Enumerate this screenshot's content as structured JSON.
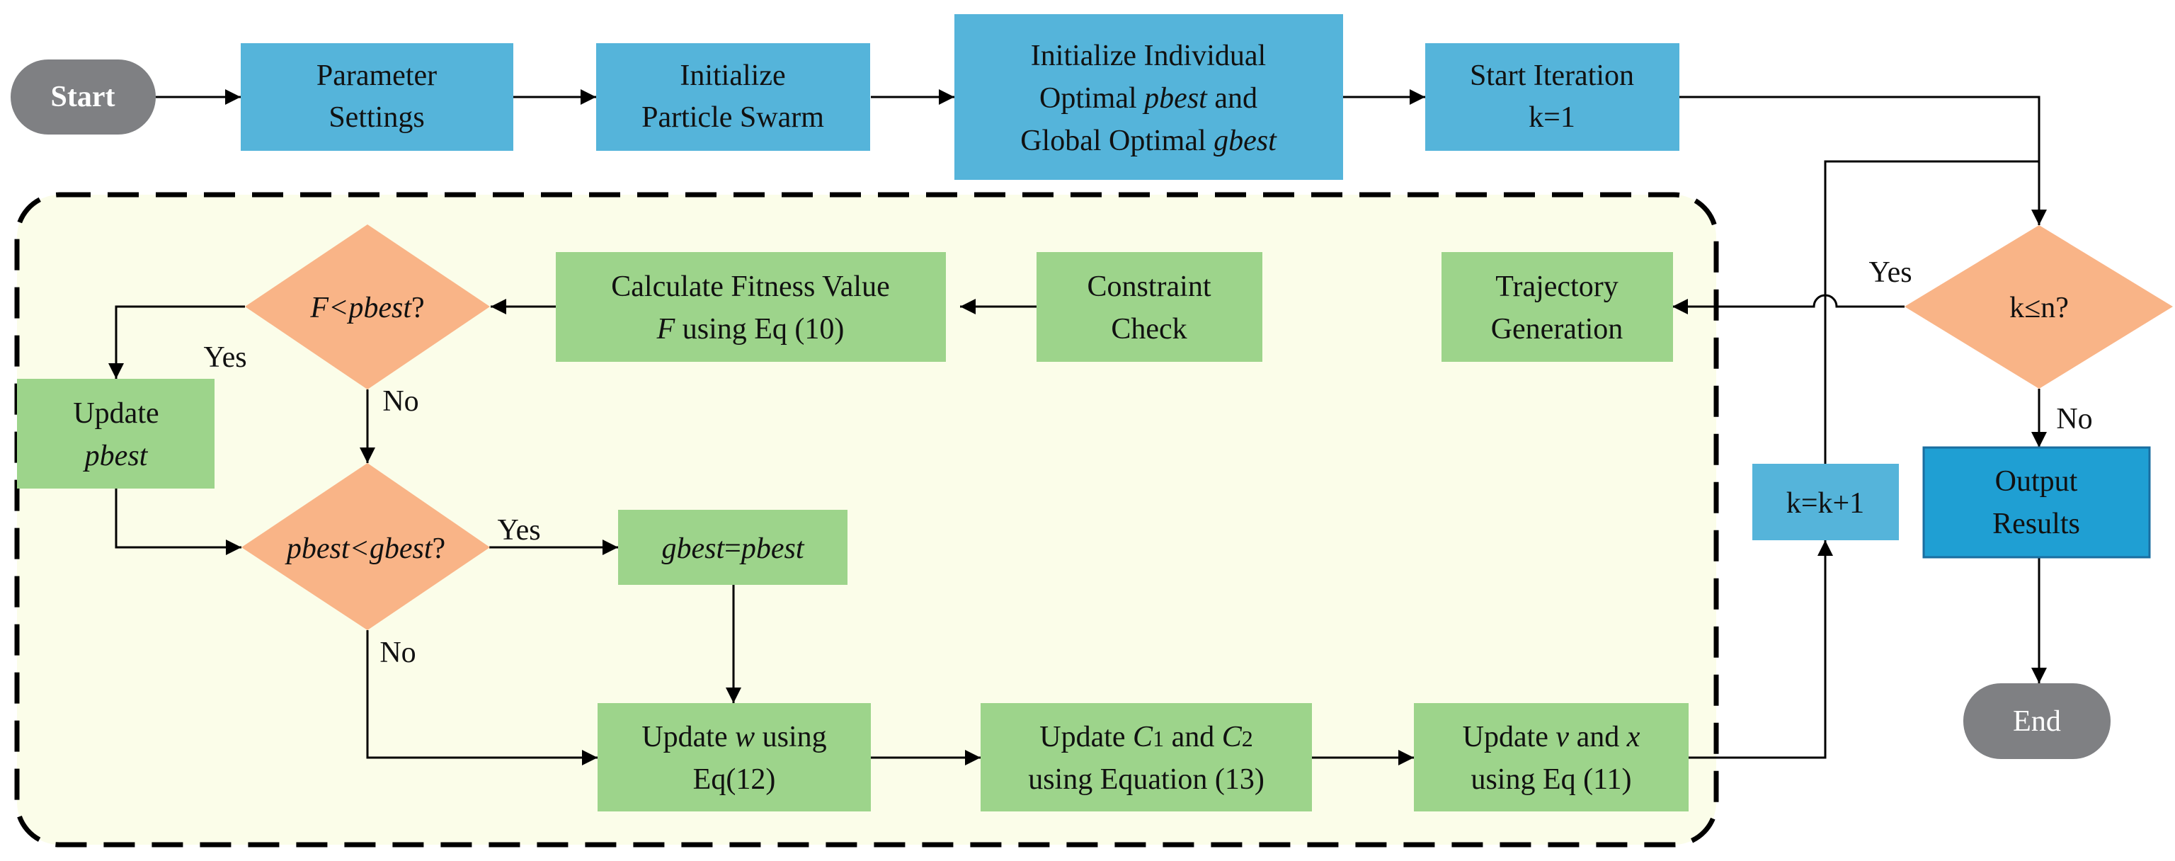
{
  "colors": {
    "process_blue": "#55b4da",
    "process_green": "#9dd48b",
    "decision_orange": "#f9b487",
    "terminal_gray": "#7f8083",
    "loop_fill": "#fbfde9",
    "line": "#000000"
  },
  "nodes": {
    "start": "Start",
    "param_1": "Parameter",
    "param_2": "Settings",
    "init_swarm_1": "Initialize",
    "init_swarm_2": "Particle Swarm",
    "init_opt_1": "Initialize Individual",
    "init_opt_2a": "Optimal ",
    "init_opt_2b": "pbest",
    "init_opt_2c": " and",
    "init_opt_3a": "Global Optimal ",
    "init_opt_3b": "gbest",
    "start_iter_1": "Start Iteration",
    "start_iter_2": "k=1",
    "cond_k": "k≤n?",
    "traj_1": "Trajectory",
    "traj_2": "Generation",
    "constraint_1": "Constraint",
    "constraint_2": "Check",
    "fitness_1": "Calculate Fitness Value",
    "fitness_2a": "F",
    "fitness_2b": " using Eq (10)",
    "dec_fp_a": "F<pbest",
    "dec_fp_b": "?",
    "upd_pbest_1": "Update",
    "upd_pbest_2": "pbest",
    "dec_pg_a": "pbest<gbest",
    "dec_pg_b": "?",
    "assign_a": "gbest",
    "assign_b": "=",
    "assign_c": "pbest",
    "upd_w_1a": "Update ",
    "upd_w_1b": "w",
    "upd_w_1c": " using",
    "upd_w_2": "Eq(12)",
    "upd_c_1a": "Update ",
    "upd_c_1b": "C",
    "upd_c_1c": "1",
    "upd_c_1d": " and ",
    "upd_c_1e": "C",
    "upd_c_1f": "2",
    "upd_c_2": "using Equation (13)",
    "upd_vx_1a": "Update ",
    "upd_vx_1b": "v",
    "upd_vx_1c": " and ",
    "upd_vx_1d": "x",
    "upd_vx_2": "using Eq (11)",
    "k_inc": "k=k+1",
    "output_1": "Output",
    "output_2": "Results",
    "end": "End"
  },
  "edge_labels": {
    "k_yes": "Yes",
    "k_no": "No",
    "fp_yes": "Yes",
    "fp_no": "No",
    "pg_yes": "Yes",
    "pg_no": "No"
  }
}
